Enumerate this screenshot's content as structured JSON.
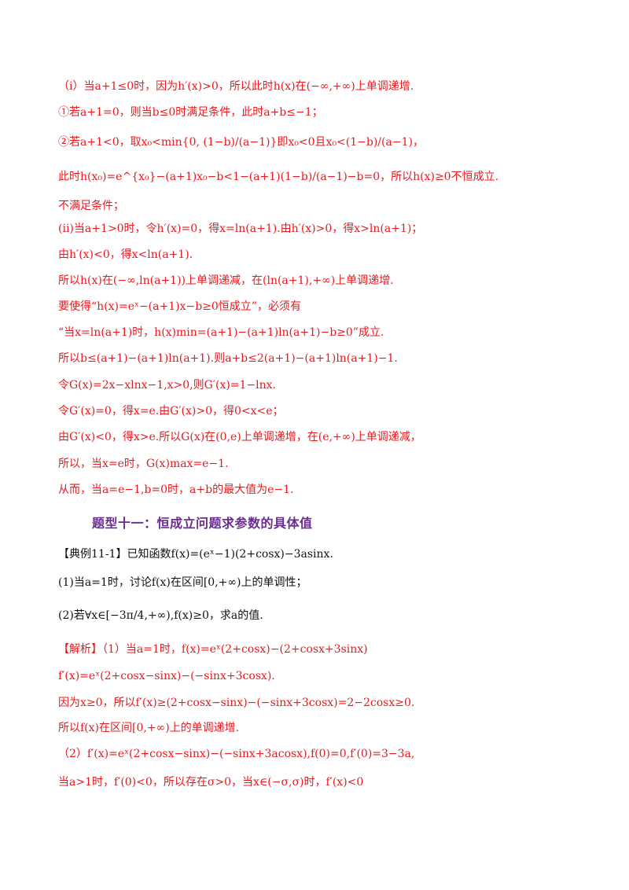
{
  "lines": [
    {
      "id": "l1",
      "text": "（i）当a+1≤0时，因为h′(x)>0，所以此时h(x)在(−∞,+∞)上单调递增.",
      "color": "red"
    },
    {
      "id": "l2",
      "text": "①若a+1=0，则当b≤0时满足条件，此时a+b≤−1；",
      "color": "red"
    },
    {
      "id": "l3",
      "text": "②若a+1<0，取x₀<min{0, (1−b)/(a−1)}即x₀<0且x₀<(1−b)/(a−1)，",
      "color": "red"
    },
    {
      "id": "l4",
      "text": "此时h(x₀)=e^{x₀}−(a+1)x₀−b<1−(a+1)(1−b)/(a−1)−b=0，所以h(x)≥0不恒成立.",
      "color": "red"
    },
    {
      "id": "l5",
      "text": "不满足条件；",
      "color": "red"
    },
    {
      "id": "l6",
      "text": "(ii)当a+1>0时，令h′(x)=0，得x=ln(a+1).由h′(x)>0，得x>ln(a+1)；",
      "color": "red"
    },
    {
      "id": "l7",
      "text": "由h′(x)<0，得x<ln(a+1).",
      "color": "red"
    },
    {
      "id": "l8",
      "text": "所以h(x)在(−∞,ln(a+1))上单调递减，在(ln(a+1),+∞)上单调递增.",
      "color": "red"
    },
    {
      "id": "l9",
      "text": "要使得“h(x)=eˣ−(a+1)x−b≥0恒成立”，必须有",
      "color": "red"
    },
    {
      "id": "l10",
      "text": "“当x=ln(a+1)时，h(x)min=(a+1)−(a+1)ln(a+1)−b≥0”成立.",
      "color": "red"
    },
    {
      "id": "l11",
      "text": "所以b≤(a+1)−(a+1)ln(a+1).则a+b≤2(a+1)−(a+1)ln(a+1)−1.",
      "color": "red"
    },
    {
      "id": "l12",
      "text": "令G(x)=2x−xlnx−1,x>0,则G′(x)=1−lnx.",
      "color": "red"
    },
    {
      "id": "l13",
      "text": "令G′(x)=0，得x=e.由G′(x)>0，得0<x<e；",
      "color": "red"
    },
    {
      "id": "l14",
      "text": "由G′(x)<0，得x>e.所以G(x)在(0,e)上单调递增，在(e,+∞)上单调递减，",
      "color": "red"
    },
    {
      "id": "l15",
      "text": "所以，当x=e时，G(x)max=e−1.",
      "color": "red"
    },
    {
      "id": "l16",
      "text": "从而，当a=e−1,b=0时，a+b的最大值为e−1.",
      "color": "red"
    }
  ],
  "heading": "题型十一：恒成立问题求参数的具体值",
  "lines2": [
    {
      "id": "m1",
      "text": "【典例11-1】已知函数f(x)=(eˣ−1)(2+cosx)−3asinx.",
      "color": "blk"
    },
    {
      "id": "m2",
      "text": "(1)当a=1时，讨论f(x)在区间[0,+∞)上的单调性；",
      "color": "blk"
    },
    {
      "id": "m3",
      "text": "(2)若∀x∈[−3π/4,+∞),f(x)≥0，求a的值.",
      "color": "blk"
    },
    {
      "id": "m4",
      "text": "【解析】（1）当a=1时，f(x)=eˣ(2+cosx)−(2+cosx+3sinx)",
      "color": "red"
    },
    {
      "id": "m5",
      "text": "f′(x)=eˣ(2+cosx−sinx)−(−sinx+3cosx).",
      "color": "red"
    },
    {
      "id": "m6",
      "text": "因为x≥0，所以f′(x)≥(2+cosx−sinx)−(−sinx+3cosx)=2−2cosx≥0.",
      "color": "red"
    },
    {
      "id": "m7",
      "text": "所以f(x)在区间[0,+∞)上的单调递增.",
      "color": "red"
    },
    {
      "id": "m8",
      "text": "（2）f′(x)=eˣ(2+cosx−sinx)−(−sinx+3acosx),f(0)=0,f′(0)=3−3a,",
      "color": "red"
    },
    {
      "id": "m9",
      "text": "当a>1时，f′(0)<0，所以存在σ>0，当x∈(−σ,σ)时，f′(x)<0",
      "color": "red"
    }
  ]
}
